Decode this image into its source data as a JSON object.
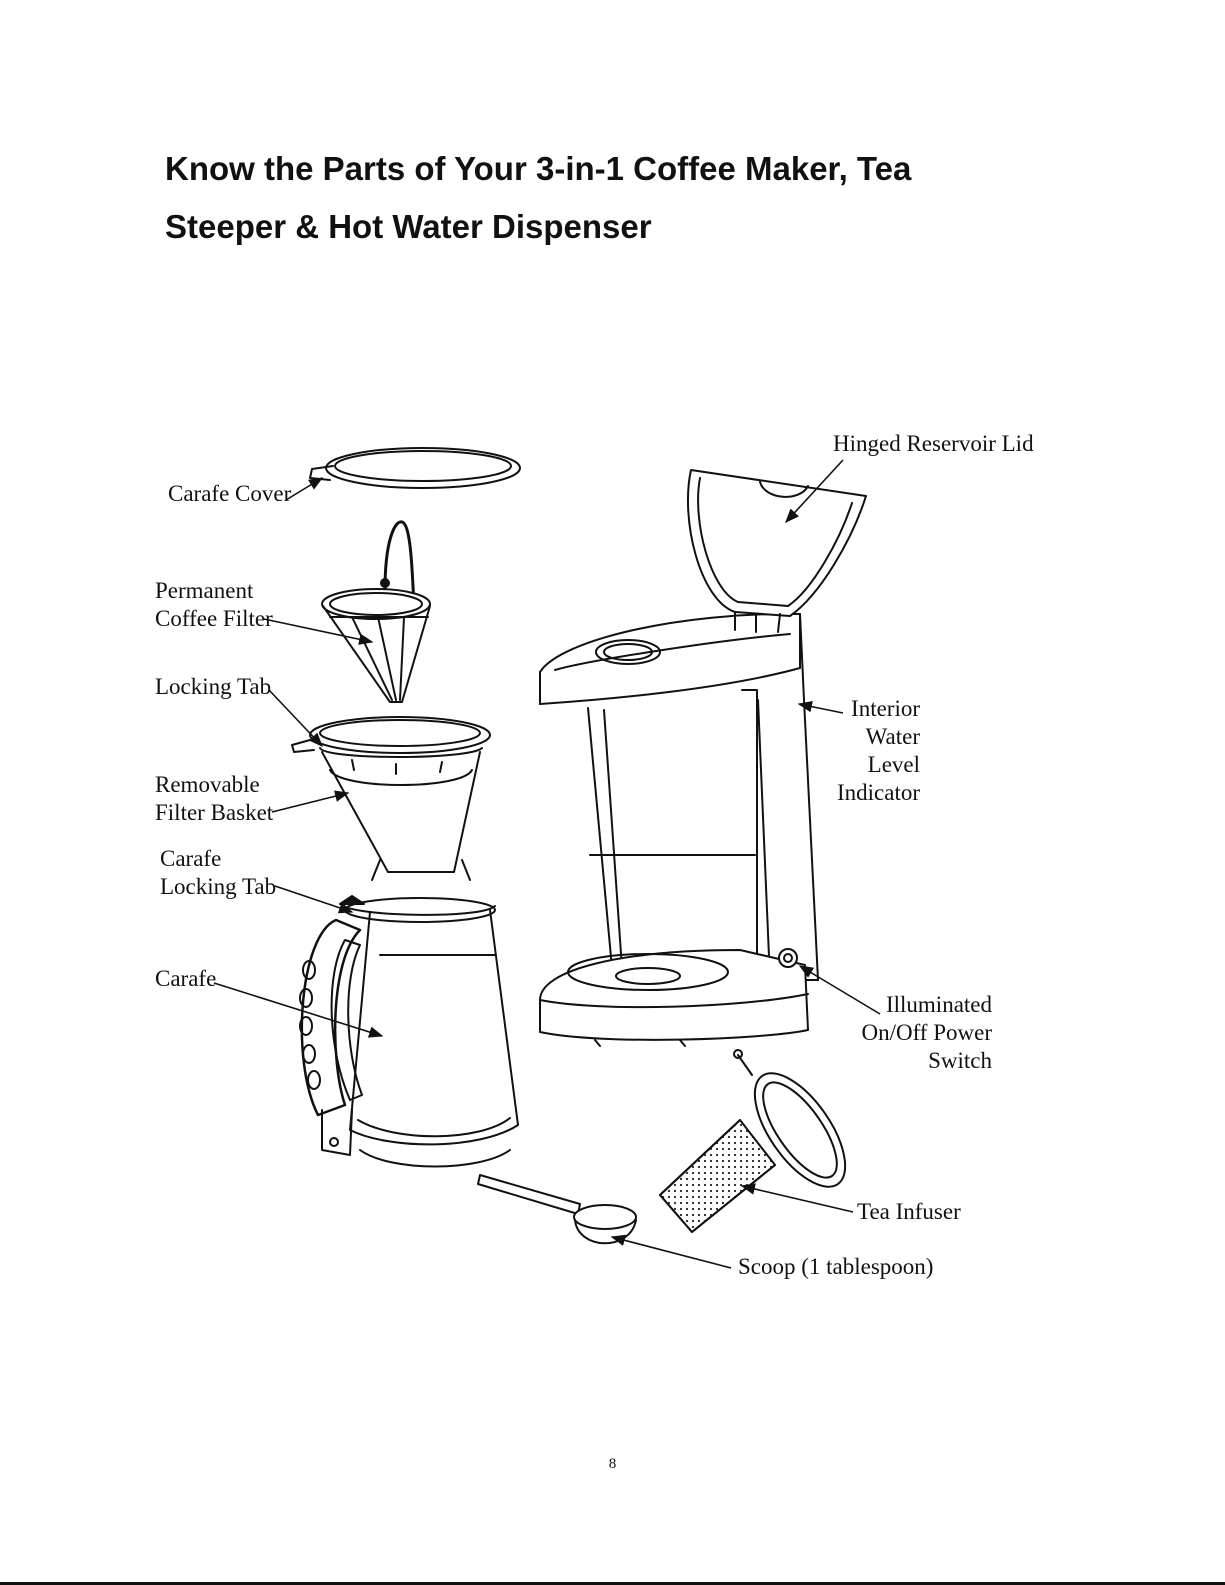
{
  "title": {
    "line1": "Know the Parts of Your 3-in-1 Coffee Maker, Tea",
    "line2": "Steeper & Hot Water Dispenser"
  },
  "labels": {
    "carafe_cover": "Carafe Cover",
    "permanent_filter_1": "Permanent",
    "permanent_filter_2": "Coffee Filter",
    "locking_tab": "Locking Tab",
    "removable_basket_1": "Removable",
    "removable_basket_2": "Filter Basket",
    "carafe_locking_1": "Carafe",
    "carafe_locking_2": "Locking Tab",
    "carafe": "Carafe",
    "hinged_lid": "Hinged Reservoir Lid",
    "interior_1": "Interior",
    "interior_2": "Water",
    "interior_3": "Level",
    "interior_4": "Indicator",
    "switch_1": "Illuminated",
    "switch_2": "On/Off Power",
    "switch_3": "Switch",
    "tea_infuser": "Tea Infuser",
    "scoop": "Scoop (1 tablespoon)"
  },
  "page_number": "8"
}
